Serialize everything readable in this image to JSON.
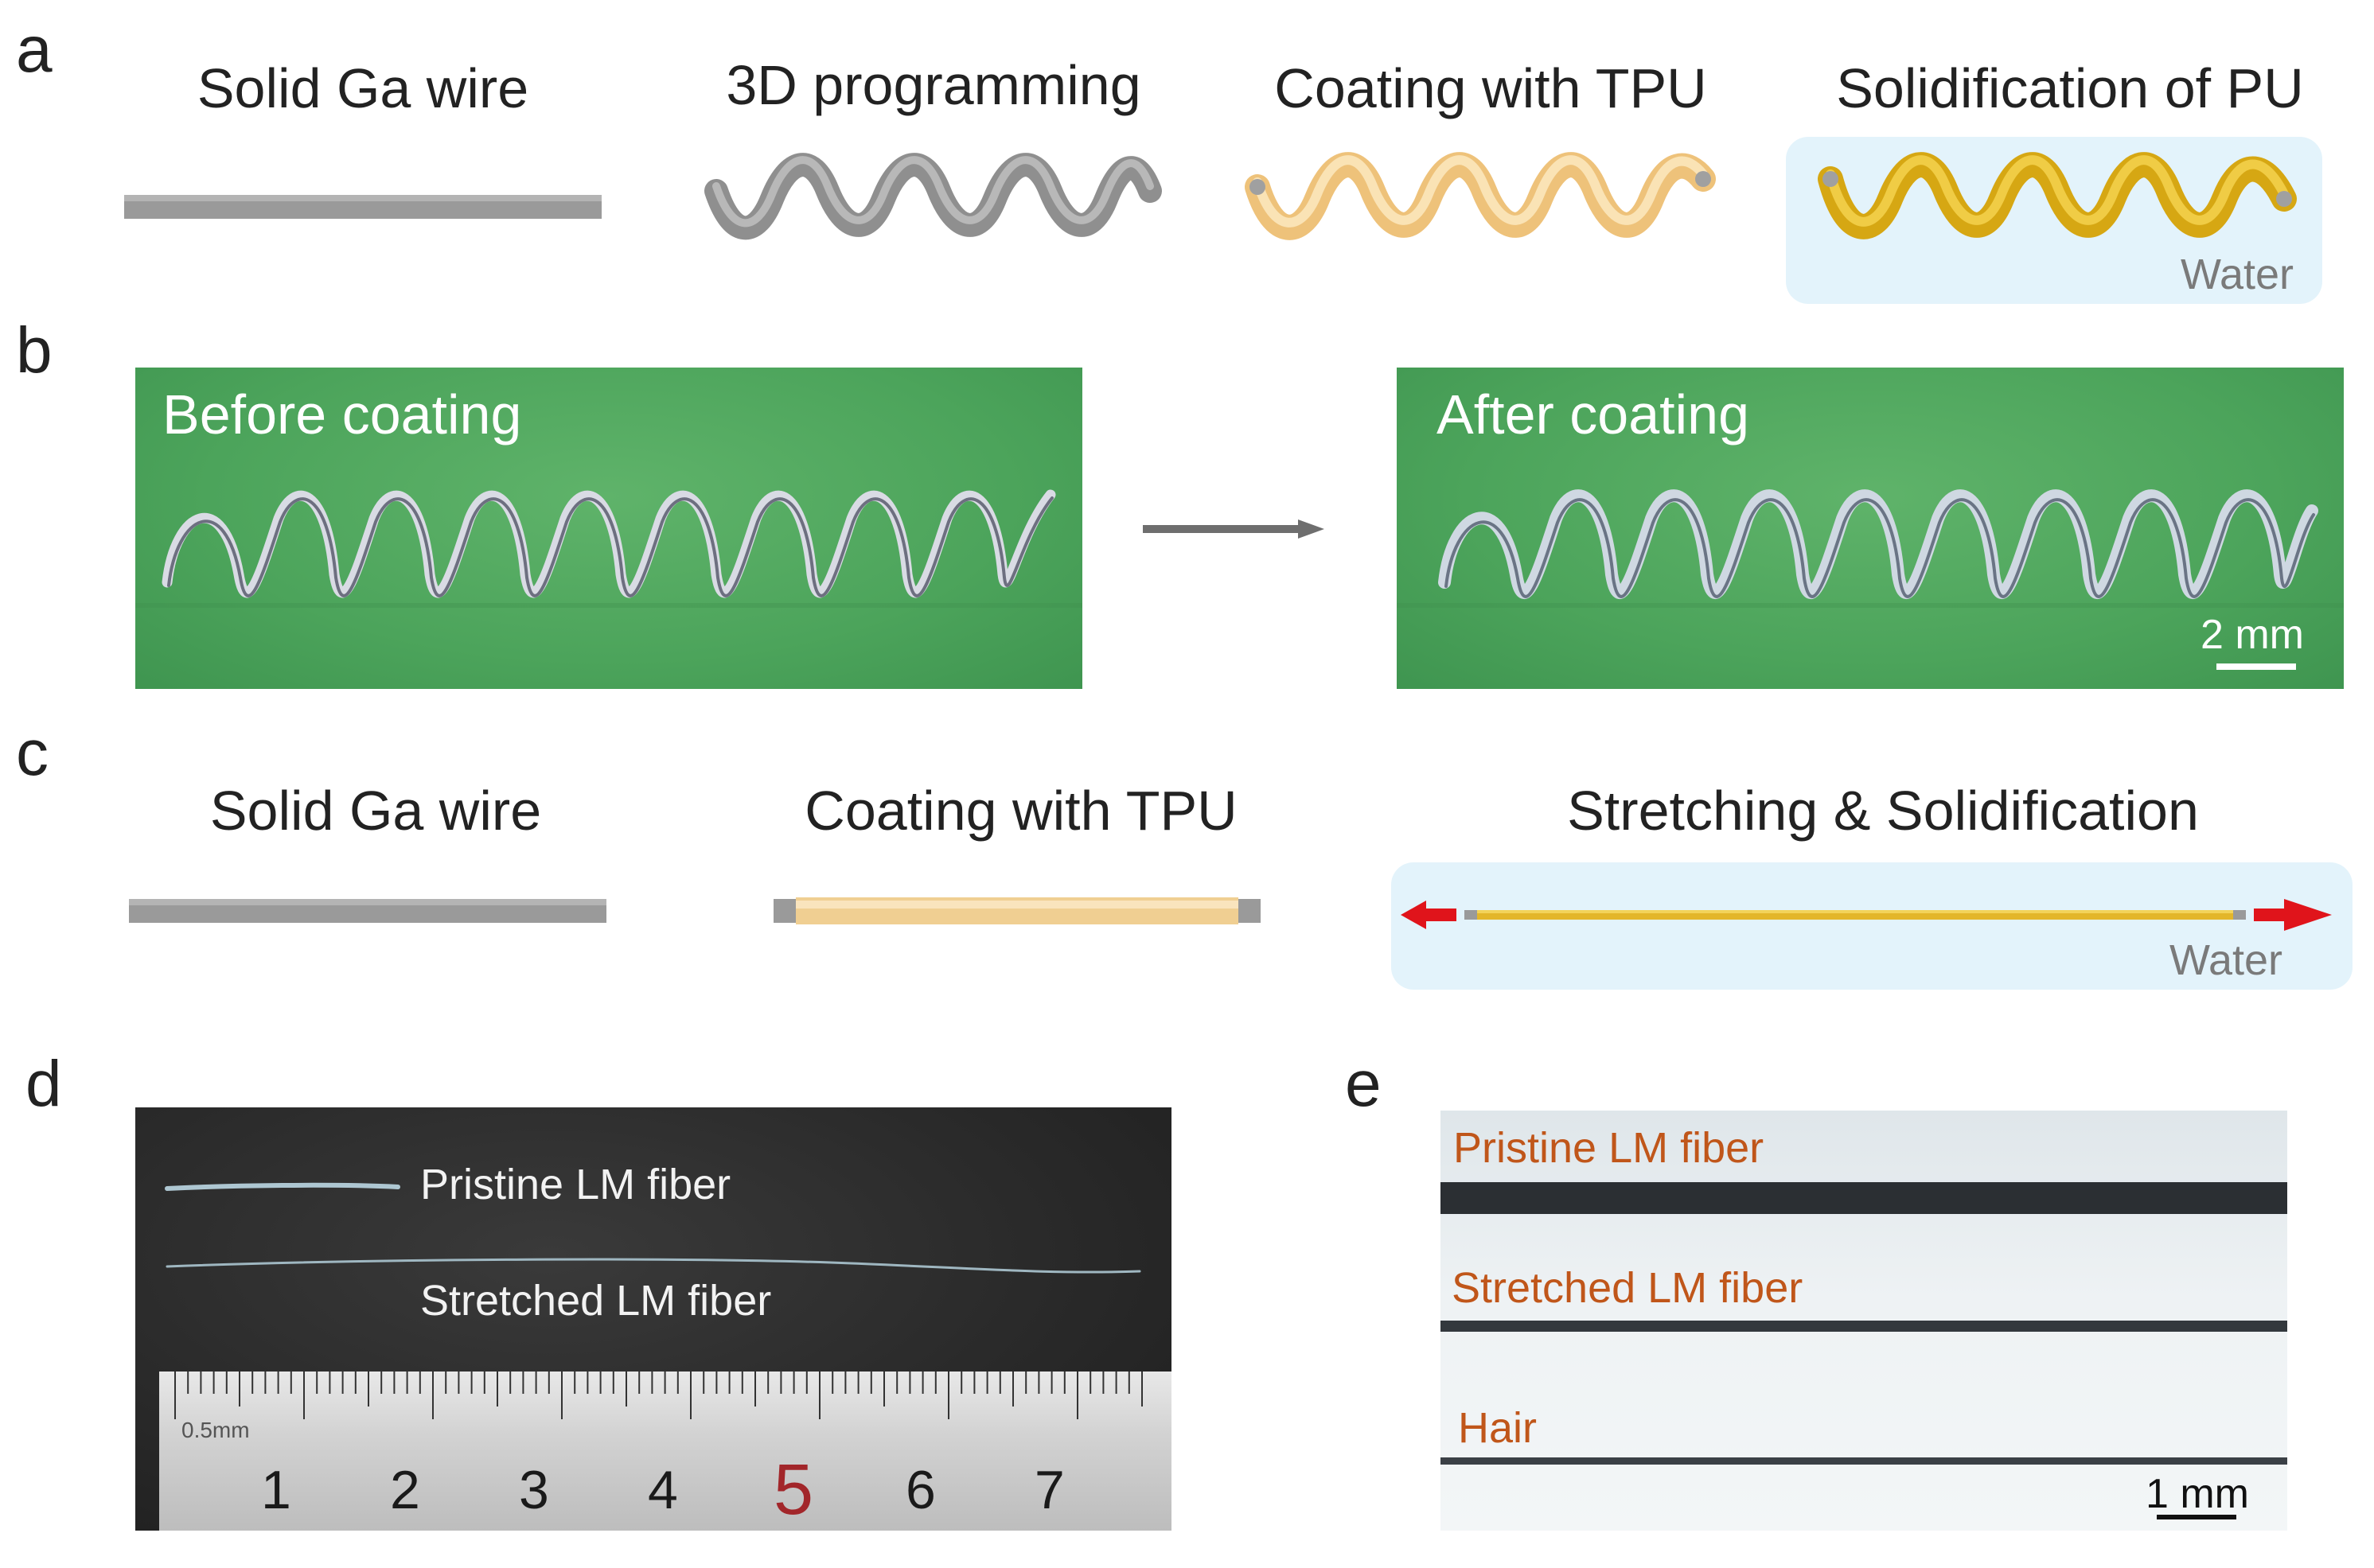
{
  "panels": {
    "a": {
      "letter": "a",
      "steps": [
        "Solid Ga wire",
        "3D programming",
        "Coating with TPU",
        "Solidification of PU"
      ],
      "water_label": "Water"
    },
    "b": {
      "letter": "b",
      "before_caption": "Before coating",
      "after_caption": "After coating",
      "scale_bar": "2 mm"
    },
    "c": {
      "letter": "c",
      "steps": [
        "Solid Ga wire",
        "Coating with TPU",
        "Stretching & Solidification"
      ],
      "water_label": "Water"
    },
    "d": {
      "letter": "d",
      "pristine_label": "Pristine LM fiber",
      "stretched_label": "Stretched LM fiber",
      "ruler_unit": "0.5mm",
      "ruler_numbers": [
        "1",
        "2",
        "3",
        "4",
        "5",
        "6",
        "7"
      ]
    },
    "e": {
      "letter": "e",
      "labels": [
        "Pristine LM fiber",
        "Stretched LM fiber",
        "Hair"
      ],
      "scale_bar": "1 mm"
    }
  },
  "colors": {
    "ga_wire": "#9a9a9a",
    "tpu_coating": "#f4d69c",
    "solid_pu": "#e0b320",
    "water_bg": "#e3f3fb",
    "arrow_red": "#e0141b",
    "photo_green": "#4ca45b",
    "label_orange": "#c0561a"
  }
}
